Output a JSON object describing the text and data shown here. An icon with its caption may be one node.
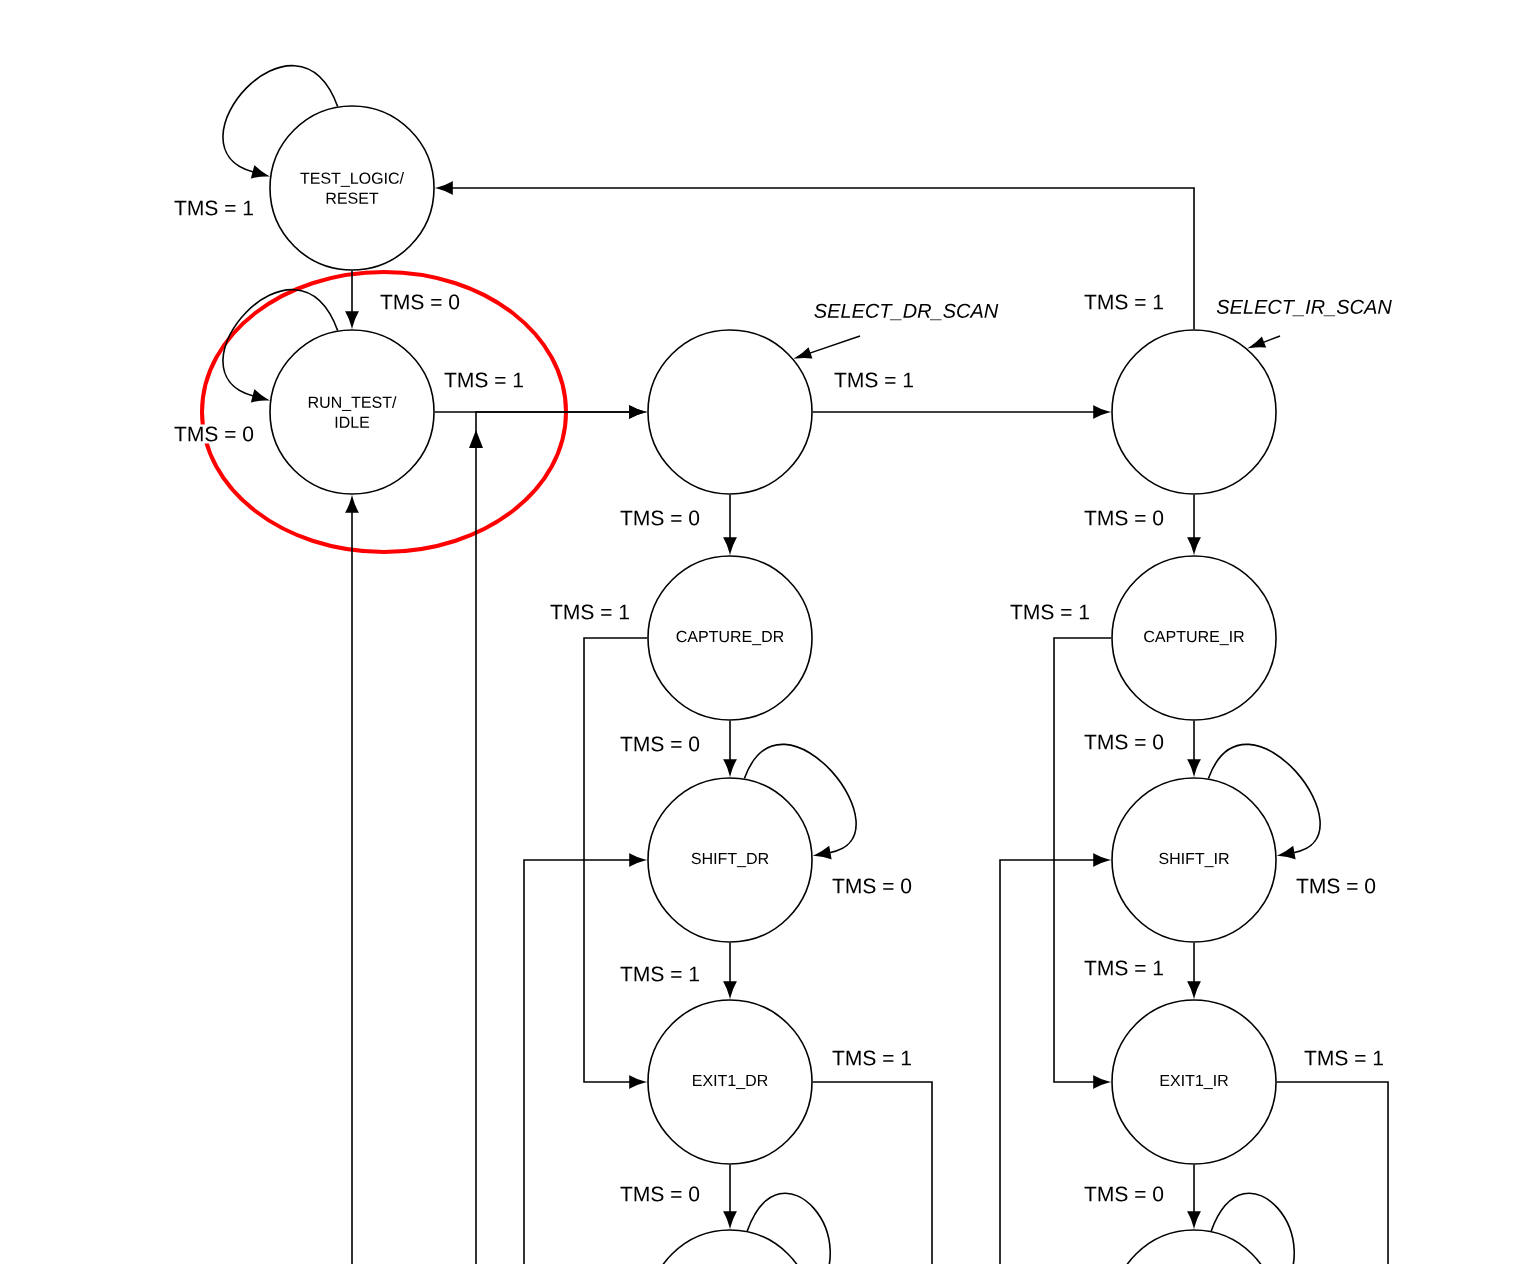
{
  "diagram": {
    "nodes": [
      {
        "text": [
          "TEST_LOGIC/ RESET"
        ]
      },
      {
        "text": [
          "RUN_TEST/ IDLE"
        ]
      },
      {
        "text": [],
        "shape": "circle"
      },
      {
        "text": [],
        "shape": "circle"
      },
      {
        "text": [
          "CAPTURE_DR"
        ]
      },
      {
        "text": [
          "SHIFT_DR"
        ]
      },
      {
        "text": [
          "EXIT1_DR"
        ]
      },
      {
        "text": [],
        "shape": "circle"
      },
      {
        "text": [
          "CAPTURE_IR"
        ]
      },
      {
        "text": [
          "SHIFT_IR"
        ]
      },
      {
        "text": [
          "EXIT1_IR"
        ]
      },
      {
        "text": [],
        "shape": "circle"
      },
      {
        "text": [
          "SELECT_DR_SCAN"
        ]
      },
      {
        "text": [
          "SELECT_IR_SCAN"
        ]
      }
    ],
    "edges": [
      {
        "from": 0,
        "to": 0,
        "arrow": "to",
        "label": "TMS = 1"
      },
      {
        "from": 0,
        "to": 1,
        "arrow": "to",
        "label": "TMS = 0"
      },
      {
        "from": 1,
        "to": 1,
        "arrow": "to",
        "label": "TMS = 0"
      },
      {
        "from": 1,
        "to": 2,
        "arrow": "to",
        "label": "TMS = 1"
      },
      {
        "from": null,
        "to": 1,
        "arrow": "to"
      },
      {
        "from": null,
        "to": 2,
        "arrow": "to"
      },
      {
        "from": 2,
        "to": 3,
        "arrow": "to",
        "label": "TMS = 1"
      },
      {
        "from": 3,
        "to": 0,
        "arrow": "to",
        "label": "TMS = 1"
      },
      {
        "from": 2,
        "to": 4,
        "arrow": "to",
        "label": "TMS = 0"
      },
      {
        "from": 4,
        "to": 5,
        "arrow": "to",
        "label": "TMS = 0"
      },
      {
        "from": 5,
        "to": 5,
        "arrow": "to",
        "label": "TMS = 0"
      },
      {
        "from": 5,
        "to": 6,
        "arrow": "to",
        "label": "TMS = 1"
      },
      {
        "from": 4,
        "to": 6,
        "arrow": "to",
        "label": "TMS = 1"
      },
      {
        "from": null,
        "to": 5,
        "arrow": "to"
      },
      {
        "from": 6,
        "to": 7,
        "arrow": "to",
        "label": "TMS = 0"
      },
      {
        "from": 6,
        "to": null,
        "arrow": "none",
        "label": "TMS = 1"
      },
      {
        "from": 7,
        "to": 7,
        "arrow": "none"
      },
      {
        "from": 3,
        "to": 8,
        "arrow": "to",
        "label": "TMS = 0"
      },
      {
        "from": 8,
        "to": 9,
        "arrow": "to",
        "label": "TMS = 0"
      },
      {
        "from": 9,
        "to": 9,
        "arrow": "to",
        "label": "TMS = 0"
      },
      {
        "from": 9,
        "to": 10,
        "arrow": "to",
        "label": "TMS = 1"
      },
      {
        "from": 8,
        "to": 10,
        "arrow": "to",
        "label": "TMS = 1"
      },
      {
        "from": null,
        "to": 9,
        "arrow": "to"
      },
      {
        "from": 10,
        "to": 11,
        "arrow": "to",
        "label": "TMS = 0"
      },
      {
        "from": 10,
        "to": null,
        "arrow": "none",
        "label": "TMS = 1"
      },
      {
        "from": 11,
        "to": 11,
        "arrow": "none"
      },
      {
        "from": 12,
        "to": 2,
        "arrow": "to"
      },
      {
        "from": 13,
        "to": 3,
        "arrow": "to"
      }
    ]
  }
}
